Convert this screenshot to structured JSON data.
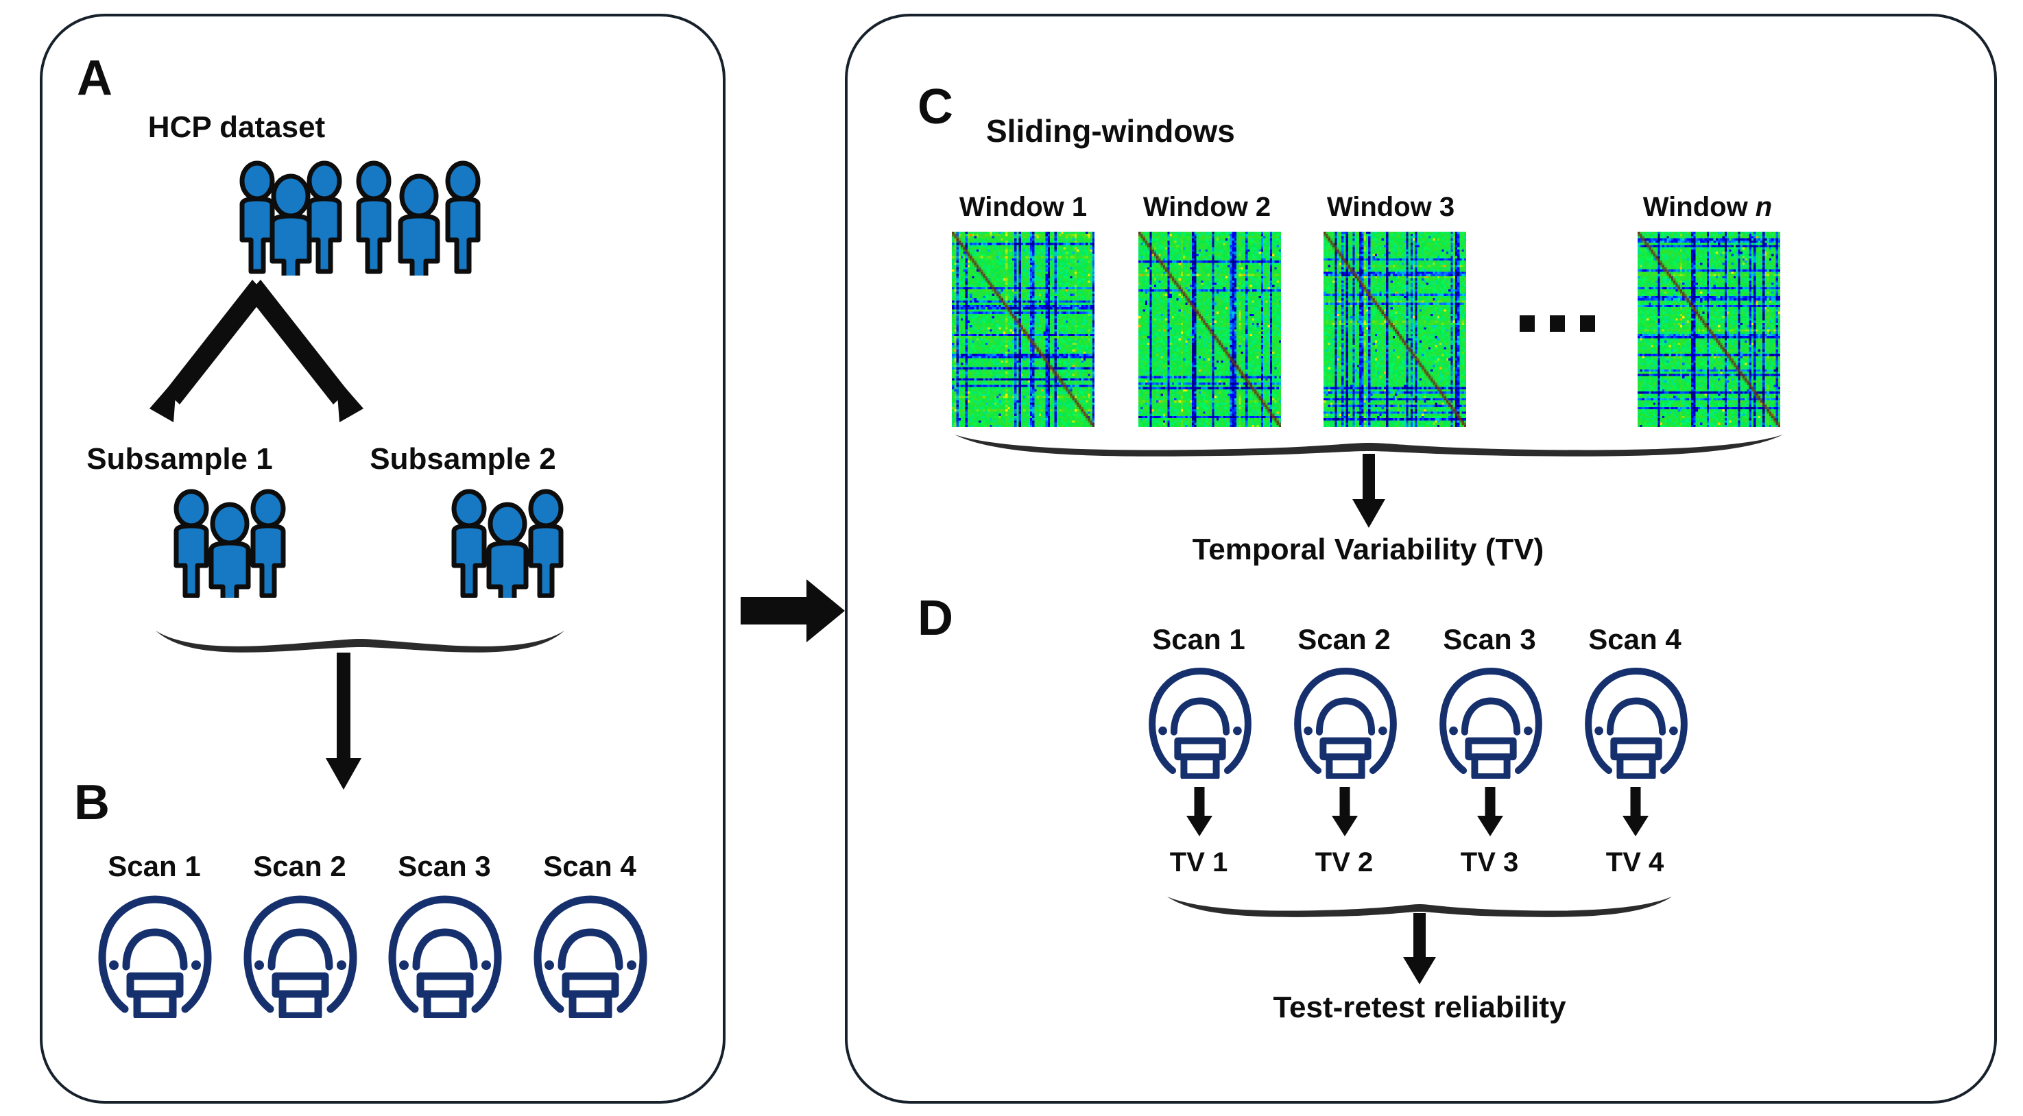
{
  "figure": {
    "background": "#ffffff",
    "border_color": "#17212b",
    "people_color": "#1779c4",
    "scanner_color": "#16306e",
    "arrow_color": "#0d0d0d",
    "matrix_base_color": "#22e025"
  },
  "panels": {
    "a": {
      "letter": "A",
      "dataset_label": "HCP dataset",
      "subsample_1": "Subsample 1",
      "subsample_2": "Subsample 2",
      "hcp_people_count": 6,
      "subsample_people_count": 3
    },
    "b": {
      "letter": "B",
      "scans": [
        "Scan 1",
        "Scan 2",
        "Scan 3",
        "Scan 4"
      ]
    },
    "c": {
      "letter": "C",
      "title": "Sliding-windows",
      "windows": [
        "Window 1",
        "Window 2",
        "Window 3"
      ],
      "window_n_prefix": "Window ",
      "window_n_italic": "n",
      "ellipsis": "...",
      "output_label": "Temporal Variability (TV)"
    },
    "d": {
      "letter": "D",
      "scans": [
        "Scan 1",
        "Scan 2",
        "Scan 3",
        "Scan 4"
      ],
      "tv_labels": [
        "TV 1",
        "TV 2",
        "TV 3",
        "TV 4"
      ],
      "output_label": "Test-retest reliability"
    }
  }
}
